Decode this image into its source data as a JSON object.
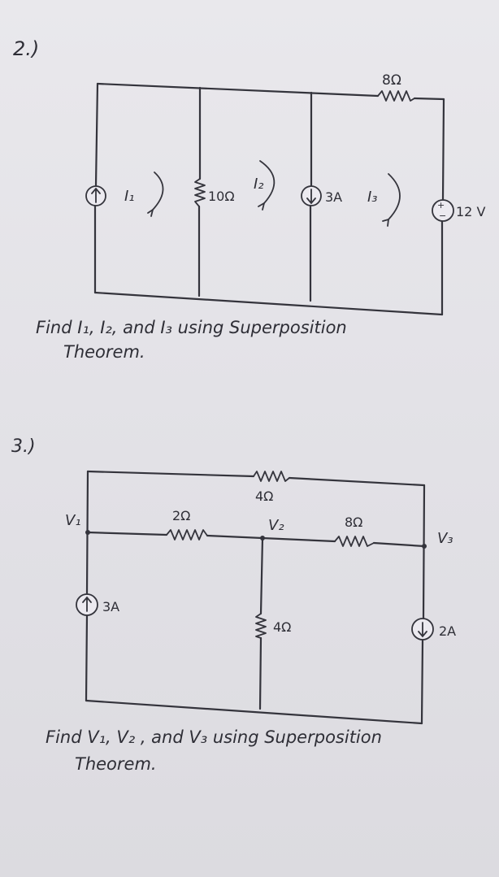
{
  "problem2": {
    "number": "2.)",
    "labels": {
      "r_top": "8Ω",
      "r_mid": "10Ω",
      "mesh1": "I₁",
      "mesh2": "I₂",
      "mesh3": "I₃",
      "src_current": "3A",
      "src_voltage": "12 V"
    },
    "question_line1": "Find I₁, I₂, and I₃ using Superposition",
    "question_line2": "Theorem."
  },
  "problem3": {
    "number": "3.)",
    "labels": {
      "v1": "V₁",
      "v2": "V₂",
      "v3": "V₃",
      "r_top": "4Ω",
      "r_left": "2Ω",
      "r_right": "8Ω",
      "r_mid": "4Ω",
      "src_left": "3A",
      "src_right": "2A"
    },
    "question_line1": "Find V₁, V₂ , and V₃ using Superposition",
    "question_line2": "Theorem."
  },
  "colors": {
    "ink": "#34343c",
    "paper": "#e6e5ea"
  }
}
